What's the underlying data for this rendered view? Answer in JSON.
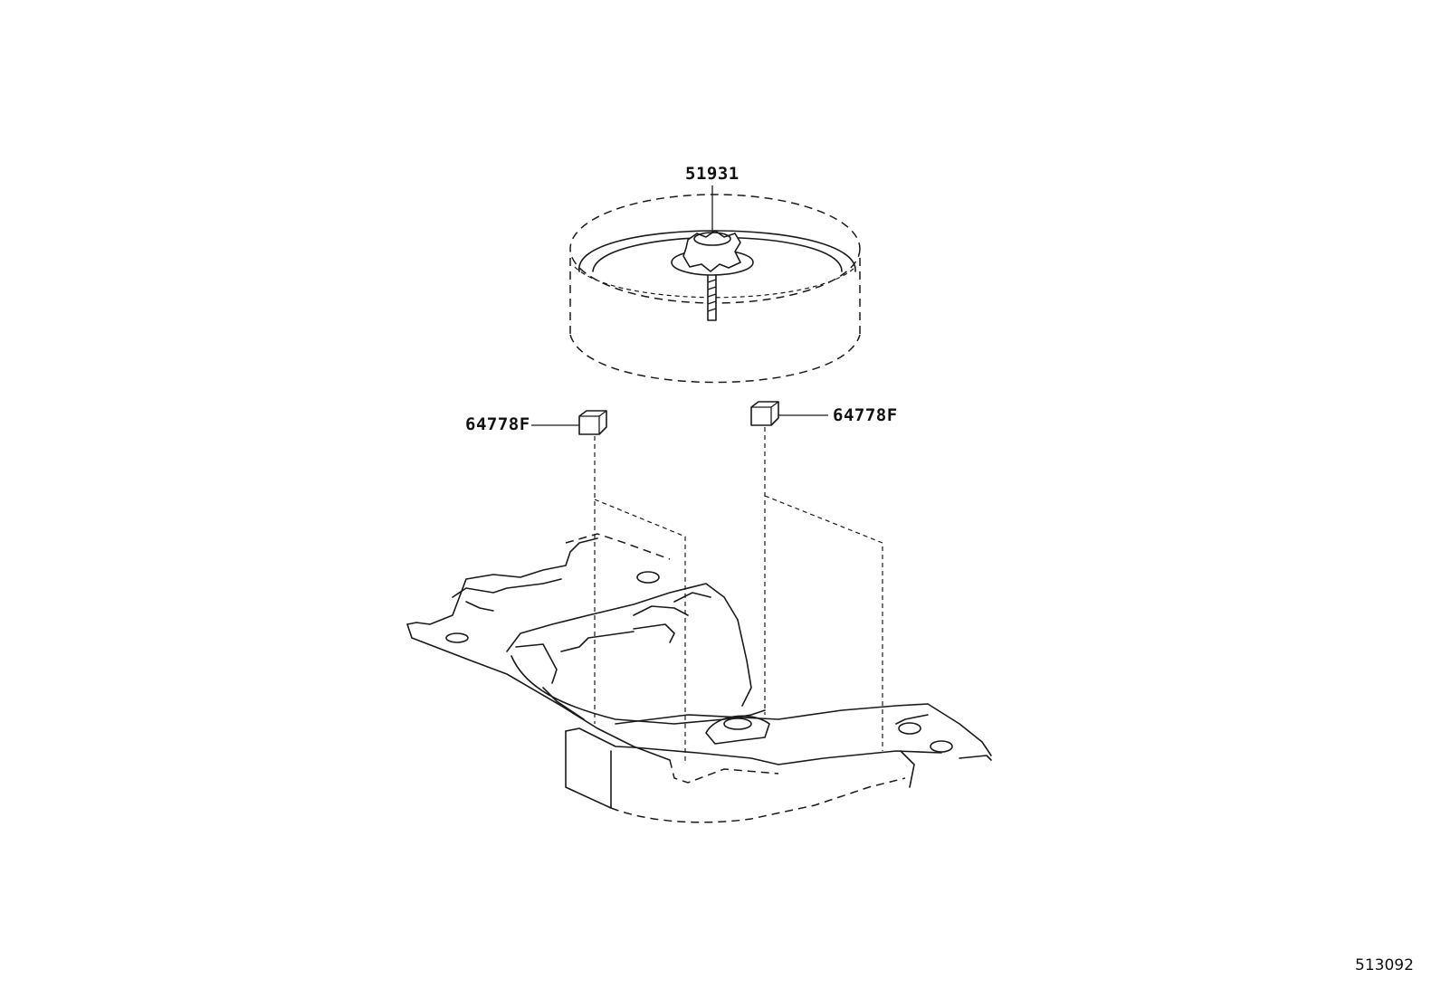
{
  "diagram": {
    "labels": {
      "spare_tire_bolt": "51931",
      "pad_left": "64778F",
      "pad_right": "64778F"
    },
    "diagram_id": "513092",
    "colors": {
      "line": "#1a1a1a",
      "background": "#ffffff"
    }
  }
}
